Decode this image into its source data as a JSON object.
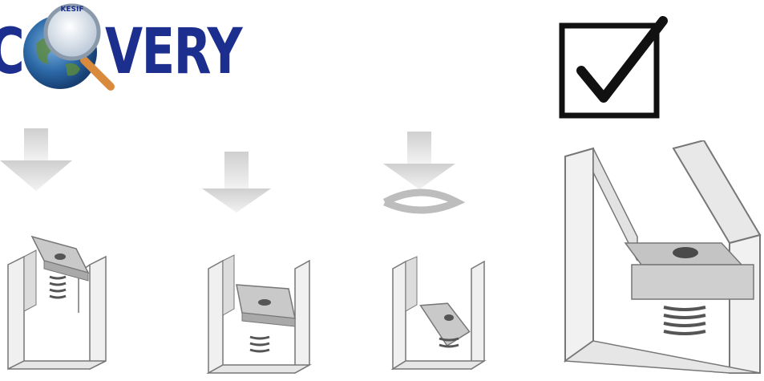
{
  "logo": {
    "brand_letter": "C",
    "brand_rest": "VERY",
    "globe_label": "KESIF",
    "colors": {
      "text": "#1c2f8f",
      "globe": "#2d6aa8",
      "handle": "#d98a3c"
    }
  },
  "checkbox": {
    "icon": "checkmark-icon"
  },
  "steps": [
    {
      "name": "step-1-insert",
      "arrow": "down-arrow-icon"
    },
    {
      "name": "step-2-push",
      "arrow": "down-arrow-icon"
    },
    {
      "name": "step-3-rotate",
      "arrow": "rotate-arrow-icon"
    },
    {
      "name": "step-4-locked",
      "arrow": ""
    }
  ]
}
